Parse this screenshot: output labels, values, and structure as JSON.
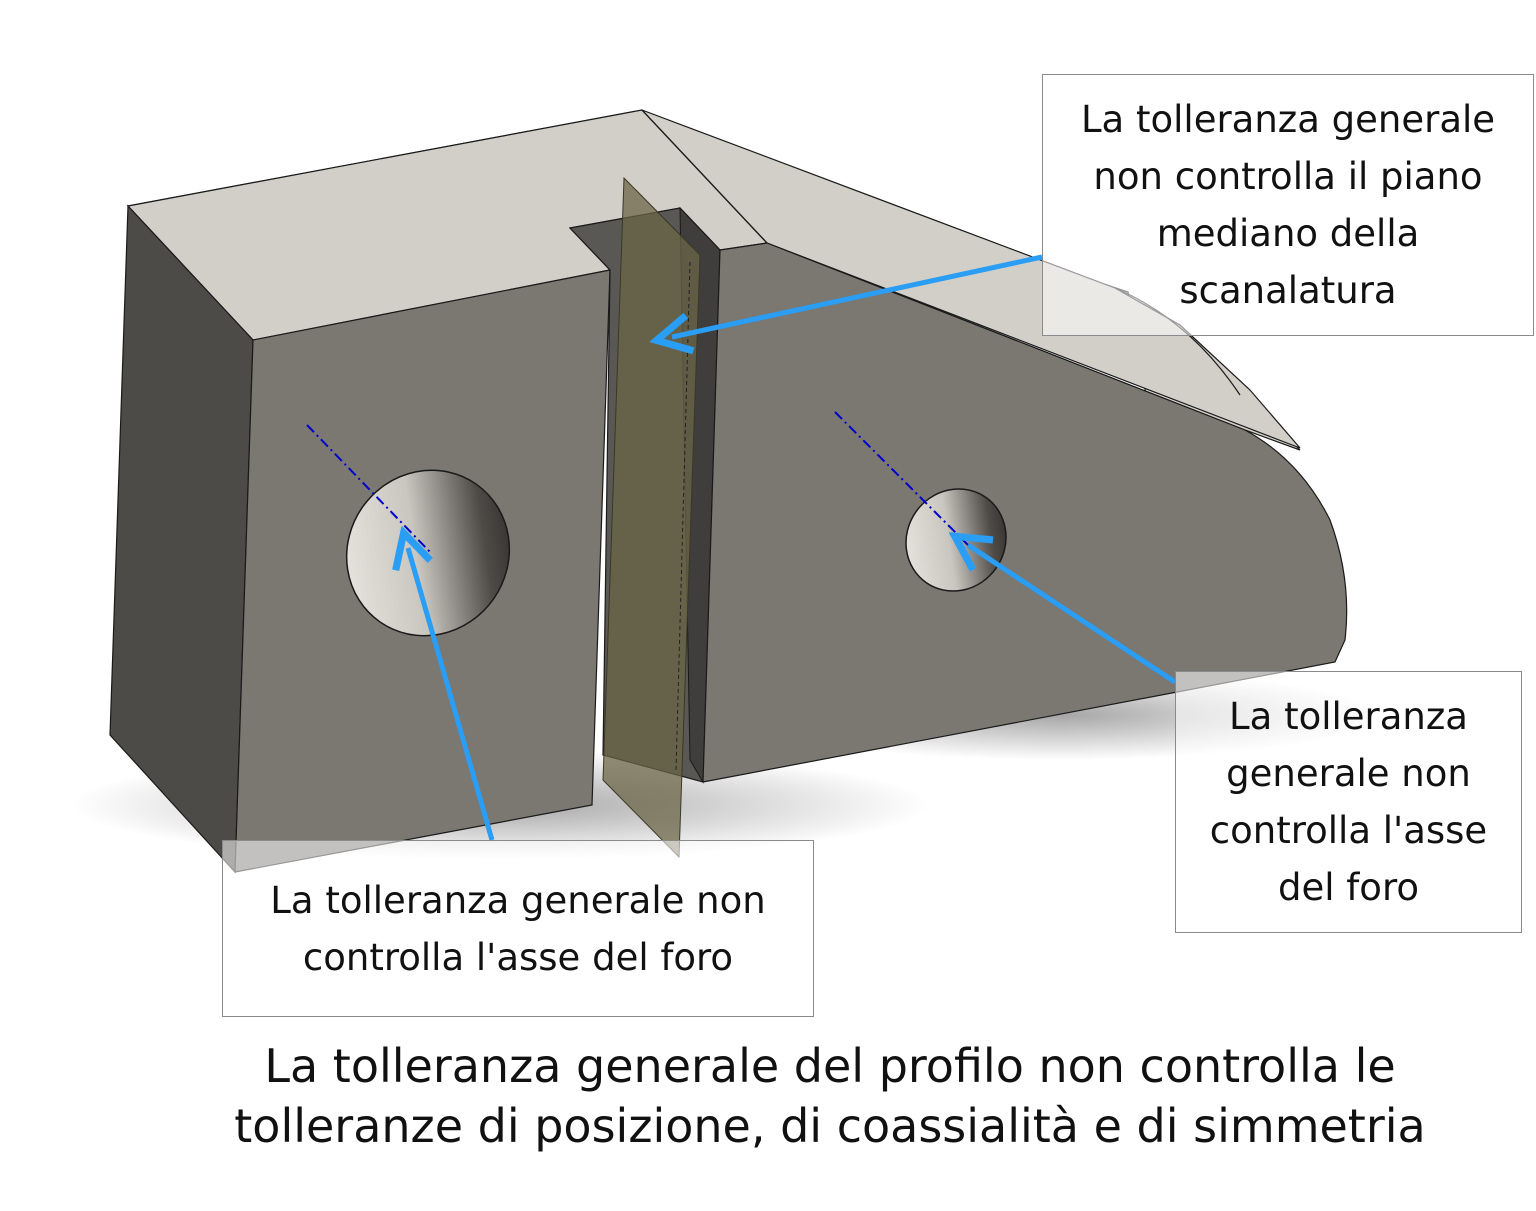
{
  "callouts": {
    "slot_midplane": [
      "La tolleranza generale",
      "non controlla il piano",
      "mediano della",
      "scanalatura"
    ],
    "right_hole_axis": [
      "La tolleranza",
      "generale non",
      "controlla l'asse",
      "del foro"
    ],
    "left_hole_axis": [
      "La tolleranza generale non",
      "controlla l'asse del foro"
    ]
  },
  "caption": [
    "La tolleranza generale del profilo non controlla le",
    "tolleranze di posizione, di coassialità e di simmetria"
  ],
  "colors": {
    "arrow": "#2a9df4",
    "axis_line": "#0000cc",
    "mid_plane": "#6b6647",
    "part_face": "#7b7771",
    "part_top": "#d2cec8",
    "part_side": "#4d4b48"
  }
}
